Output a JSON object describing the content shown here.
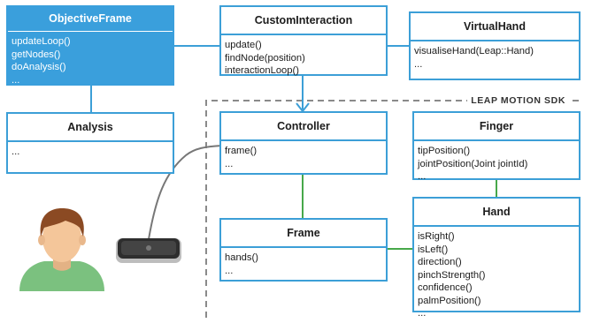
{
  "sdk_boundary": {
    "label": "LEAP MOTION SDK"
  },
  "classes": {
    "objective_frame": {
      "name": "ObjectiveFrame",
      "methods": [
        "updateLoop()",
        "getNodes()",
        "doAnalysis()",
        "..."
      ]
    },
    "analysis": {
      "name": "Analysis",
      "methods": [
        "..."
      ]
    },
    "custom_interaction": {
      "name": "CustomInteraction",
      "methods": [
        "update()",
        "findNode(position)",
        "interactionLoop()"
      ]
    },
    "virtual_hand": {
      "name": "VirtualHand",
      "methods": [
        "visualiseHand(Leap::Hand)",
        "..."
      ]
    },
    "controller": {
      "name": "Controller",
      "methods": [
        "frame()",
        "..."
      ]
    },
    "frame": {
      "name": "Frame",
      "methods": [
        "hands()",
        "..."
      ]
    },
    "finger": {
      "name": "Finger",
      "methods": [
        "tipPosition()",
        "jointPosition(Joint jointId)",
        "..."
      ]
    },
    "hand": {
      "name": "Hand",
      "methods": [
        "isRight()",
        "isLeft()",
        "direction()",
        "pinchStrength()",
        "confidence()",
        "palmPosition()",
        "..."
      ]
    }
  },
  "colors": {
    "accent": "#3a9fdc",
    "connector": "#47a84a",
    "skin": "#f4c69a",
    "hair": "#8b4a23",
    "shirt": "#7bc17f"
  }
}
